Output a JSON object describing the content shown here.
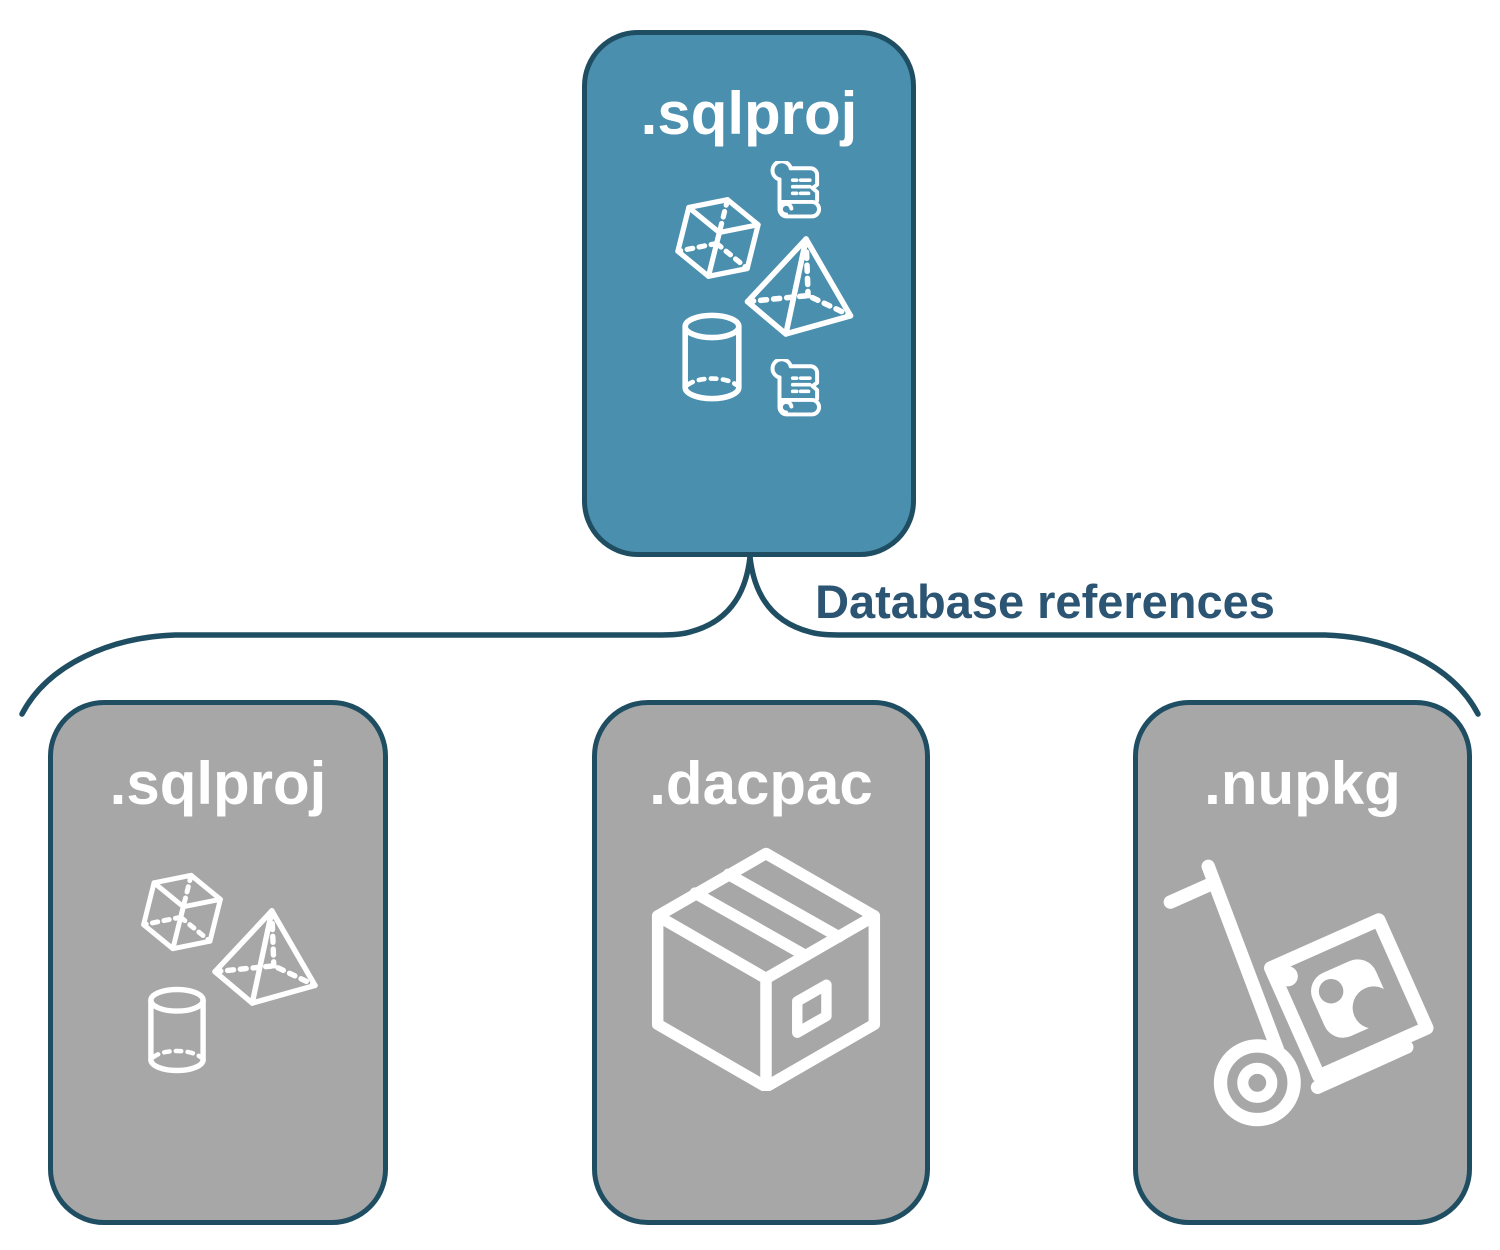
{
  "diagram": {
    "root": {
      "label": ".sqlproj",
      "icons": [
        "cube-icon",
        "scroll-icon",
        "pyramid-icon",
        "cylinder-icon",
        "scroll-icon"
      ]
    },
    "connector": {
      "label": "Database references"
    },
    "children": [
      {
        "label": ".sqlproj",
        "icons": [
          "cube-icon",
          "pyramid-icon",
          "cylinder-icon"
        ]
      },
      {
        "label": ".dacpac",
        "icons": [
          "package-icon"
        ]
      },
      {
        "label": ".nupkg",
        "icons": [
          "hand-truck-icon"
        ]
      }
    ],
    "colors": {
      "root_fill": "#4A8FAE",
      "child_fill": "#A7A7A7",
      "border": "#1F4E63",
      "label_text": "#FFFFFF",
      "connector_text": "#2B5573"
    }
  }
}
